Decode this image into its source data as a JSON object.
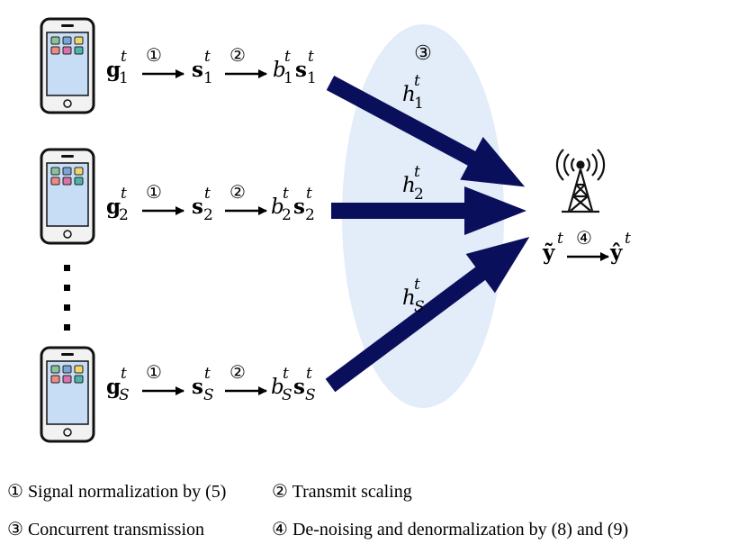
{
  "step_symbols": {
    "one": "①",
    "two": "②",
    "three": "③",
    "four": "④"
  },
  "devices": [
    {
      "index": "1",
      "g": "g",
      "s": "s",
      "b": "b",
      "t": "t"
    },
    {
      "index": "2",
      "g": "g",
      "s": "s",
      "b": "b",
      "t": "t"
    },
    {
      "index": "S",
      "g": "g",
      "s": "s",
      "b": "b",
      "t": "t"
    }
  ],
  "channels": [
    {
      "h": "h",
      "index": "1",
      "t": "t"
    },
    {
      "h": "h",
      "index": "2",
      "t": "t"
    },
    {
      "h": "h",
      "index": "S",
      "t": "t"
    }
  ],
  "receiver": {
    "y_tilde": "ỹ",
    "y_hat": "ŷ",
    "t": "t"
  },
  "legend": {
    "step1": "Signal normalization by (5)",
    "step2": "Transmit scaling",
    "step3": "Concurrent transmission",
    "step4": "De-noising and denormalization by (8) and (9)"
  },
  "colors": {
    "arrow": "#0a0f5c",
    "ellipse": "#e3ecf9",
    "phone_body": "#f2f2f2",
    "phone_screen": "#c7dcf5"
  },
  "icons": [
    "smartphone-icon",
    "antenna-tower-icon"
  ]
}
